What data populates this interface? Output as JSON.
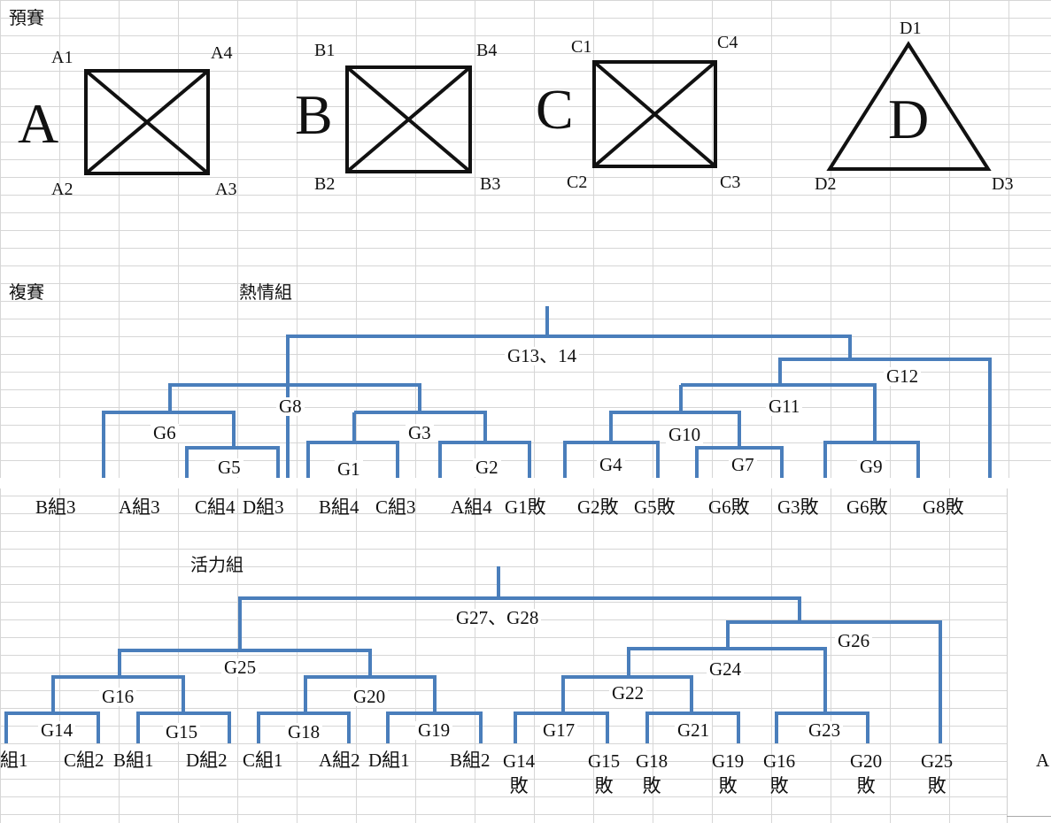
{
  "preliminary": {
    "title": "預賽",
    "groups": [
      {
        "name": "A",
        "c1": "A1",
        "c2": "A2",
        "c3": "A3",
        "c4": "A4"
      },
      {
        "name": "B",
        "c1": "B1",
        "c2": "B2",
        "c3": "B3",
        "c4": "B4"
      },
      {
        "name": "C",
        "c1": "C1",
        "c2": "C2",
        "c3": "C3",
        "c4": "C4"
      },
      {
        "name": "D",
        "c1": "D1",
        "c2": "D2",
        "c3": "D3"
      }
    ]
  },
  "second_round": {
    "title": "複賽",
    "passion": {
      "title": "熱情組",
      "games": [
        "G13、14",
        "G12",
        "G8",
        "G11",
        "G6",
        "G3",
        "G10",
        "G5",
        "G1",
        "G2",
        "G4",
        "G7",
        "G9"
      ],
      "leaves": [
        "B組3",
        "A組3",
        "C組4",
        "D組3",
        "B組4",
        "C組3",
        "A組4",
        "G1敗",
        "G2敗",
        "G5敗",
        "G6敗",
        "G3敗",
        "G6敗",
        "G8敗"
      ]
    },
    "vitality": {
      "title": "活力組",
      "games": [
        "G27、G28",
        "G26",
        "G25",
        "G24",
        "G16",
        "G20",
        "G22",
        "G14",
        "G15",
        "G18",
        "G19",
        "G17",
        "G21",
        "G23"
      ],
      "leaves": [
        "組1",
        "C組2",
        "B組1",
        "D組2",
        "C組1",
        "A組2",
        "D組1",
        "B組2"
      ],
      "loser_leaves": [
        {
          "top": "G14",
          "bottom": "敗"
        },
        {
          "top": "G15",
          "bottom": "敗"
        },
        {
          "top": "G18",
          "bottom": "敗"
        },
        {
          "top": "G19",
          "bottom": "敗"
        },
        {
          "top": "G16",
          "bottom": "敗"
        },
        {
          "top": "G20",
          "bottom": "敗"
        },
        {
          "top": "G25",
          "bottom": "敗"
        }
      ],
      "side_letter": "A"
    }
  },
  "colors": {
    "bracket": "#4a7ebb",
    "shape": "#111111",
    "grid": "#d6d6d6"
  }
}
